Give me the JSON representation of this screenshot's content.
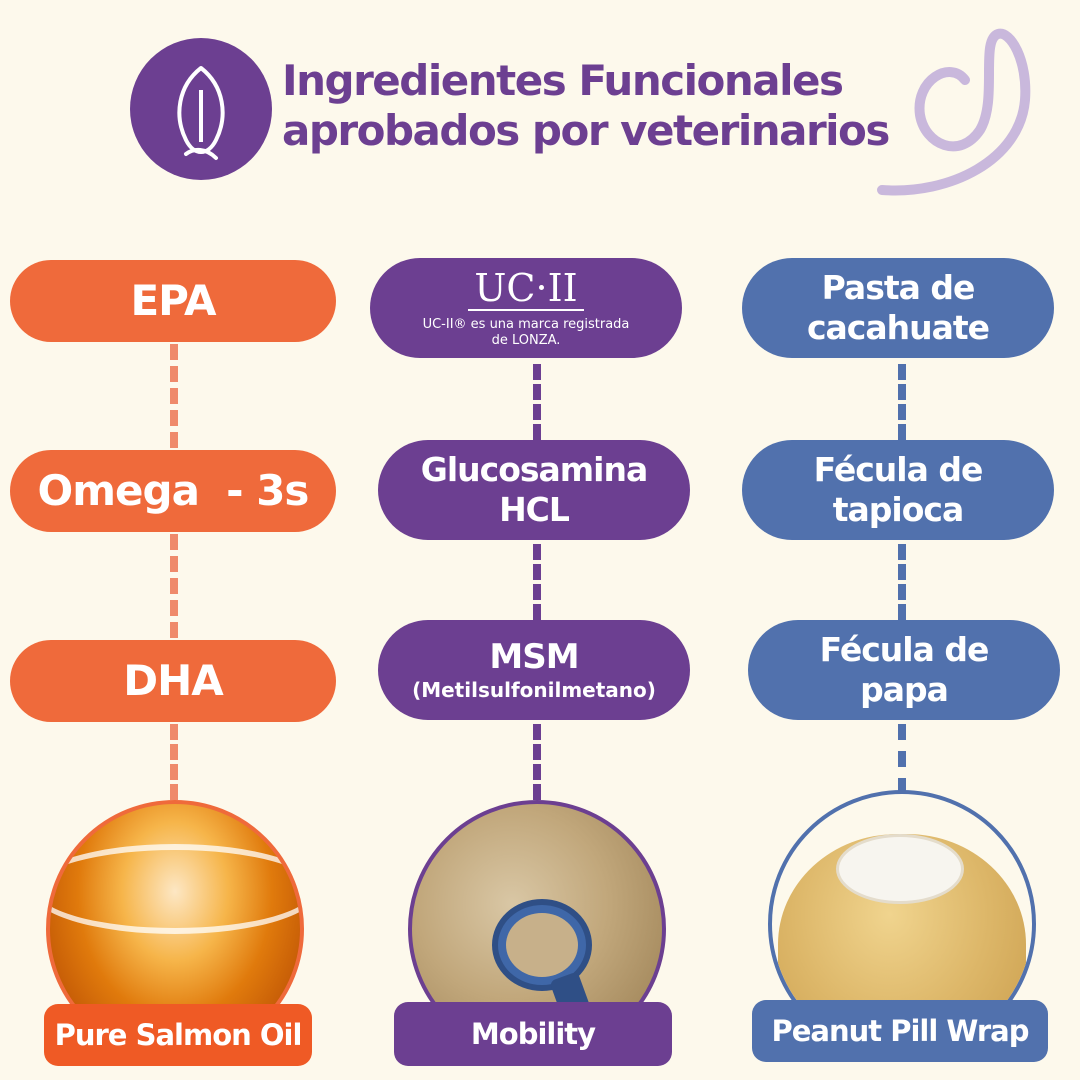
{
  "header": {
    "title_line1": "Ingredientes Funcionales",
    "title_line2": "aprobados por veterinarios",
    "icon": "leaf-icon"
  },
  "columns": [
    {
      "items": [
        "EPA",
        "Omega  - 3s",
        "DHA"
      ],
      "product": "Pure Salmon Oil",
      "color": "#ef6a3b"
    },
    {
      "uc_logo": "UC·II",
      "uc_note_line1": "UC-II® es una marca registrada",
      "uc_note_line2": "de LONZA.",
      "item2_line1": "Glucosamina",
      "item2_line2": "HCL",
      "item3_line1": "MSM",
      "item3_line2": "(Metilsulfonilmetano)",
      "product": "Mobility",
      "color": "#6c3f91"
    },
    {
      "item1_line1": "Pasta de",
      "item1_line2": "cacahuate",
      "item2_line1": "Fécula de",
      "item2_line2": "tapioca",
      "item3_line1": "Fécula de",
      "item3_line2": "papa",
      "product": "Peanut Pill Wrap",
      "color": "#5171ad"
    }
  ]
}
